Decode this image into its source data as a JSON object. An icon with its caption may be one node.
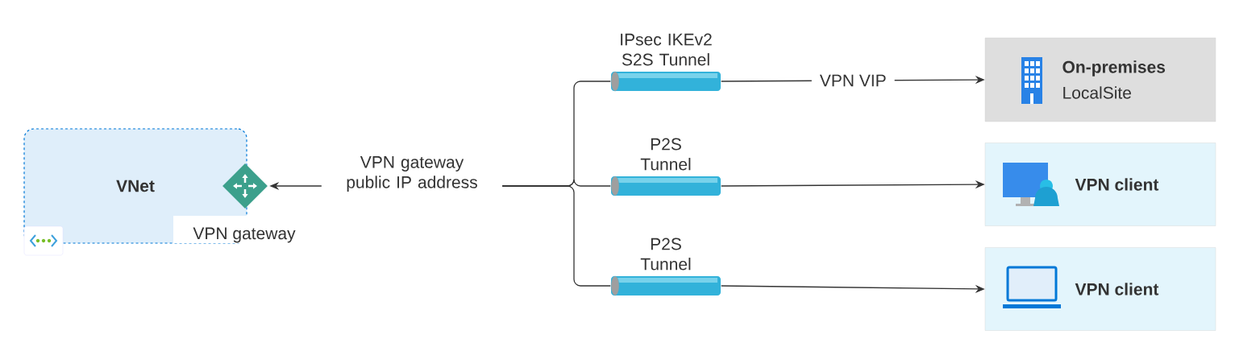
{
  "diagram": {
    "nodes": [
      {
        "text": [
          "VNet"
        ]
      },
      {
        "text": [],
        "shape": "diamond"
      },
      {
        "text": [
          "VPN gateway public IP address"
        ]
      },
      {
        "text": [],
        "shape": "cylinder",
        "beside": [
          "IPsec IKEv2 S2S Tunnel"
        ]
      },
      {
        "text": [],
        "shape": "cylinder",
        "beside": [
          "P2S Tunnel"
        ]
      },
      {
        "text": [],
        "shape": "cylinder",
        "beside": [
          "P2S Tunnel"
        ]
      },
      {
        "text": [
          "On-premises",
          "LocalSite"
        ]
      },
      {
        "text": [
          "VPN client"
        ]
      },
      {
        "text": [
          "VPN client"
        ]
      }
    ],
    "edges": [
      {
        "from": 2,
        "to": 1,
        "arrow": "to"
      },
      {
        "from": 2,
        "to": 3,
        "arrow": "none"
      },
      {
        "from": 2,
        "to": 4,
        "arrow": "none"
      },
      {
        "from": 2,
        "to": 5,
        "arrow": "none"
      },
      {
        "from": 3,
        "to": 6,
        "arrow": "to",
        "label": "VPN VIP"
      },
      {
        "from": 4,
        "to": 7,
        "arrow": "to"
      },
      {
        "from": 5,
        "to": 8,
        "arrow": "to"
      }
    ],
    "labels": [
      "VPN gateway"
    ]
  }
}
